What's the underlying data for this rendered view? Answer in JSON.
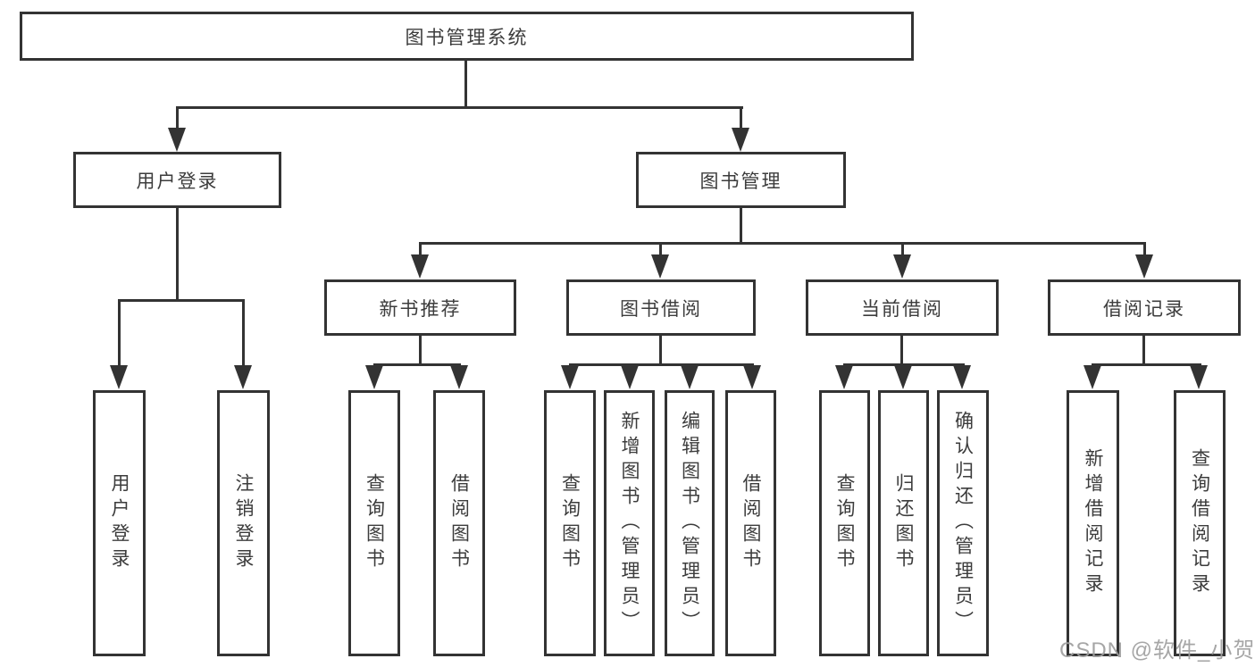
{
  "diagram": {
    "type": "tree-diagram",
    "title": "图书管理系统",
    "watermark": "CSDN @软件_小贺同学",
    "colors": {
      "line": "#333333",
      "text": "#3c3c3c",
      "watermark": "#9e9e9e",
      "background": "#ffffff"
    },
    "nodes": {
      "root": {
        "label": "图书管理系统"
      },
      "level2": [
        {
          "label": "用户登录"
        },
        {
          "label": "图书管理"
        }
      ],
      "level3": [
        {
          "label": "新书推荐",
          "parent": "图书管理"
        },
        {
          "label": "图书借阅",
          "parent": "图书管理"
        },
        {
          "label": "当前借阅",
          "parent": "图书管理"
        },
        {
          "label": "借阅记录",
          "parent": "图书管理"
        }
      ],
      "leaves": [
        {
          "label": "用户登录",
          "parent": "用户登录"
        },
        {
          "label": "注销登录",
          "parent": "用户登录"
        },
        {
          "label": "查询图书",
          "parent": "新书推荐"
        },
        {
          "label": "借阅图书",
          "parent": "新书推荐"
        },
        {
          "label": "查询图书",
          "parent": "图书借阅"
        },
        {
          "label": "新增图书（管理员）",
          "parent": "图书借阅"
        },
        {
          "label": "编辑图书（管理员）",
          "parent": "图书借阅"
        },
        {
          "label": "借阅图书",
          "parent": "图书借阅"
        },
        {
          "label": "查询图书",
          "parent": "当前借阅"
        },
        {
          "label": "归还图书",
          "parent": "当前借阅"
        },
        {
          "label": "确认归还（管理员）",
          "parent": "当前借阅"
        },
        {
          "label": "新增借阅记录",
          "parent": "借阅记录"
        },
        {
          "label": "查询借阅记录",
          "parent": "借阅记录"
        }
      ]
    }
  }
}
